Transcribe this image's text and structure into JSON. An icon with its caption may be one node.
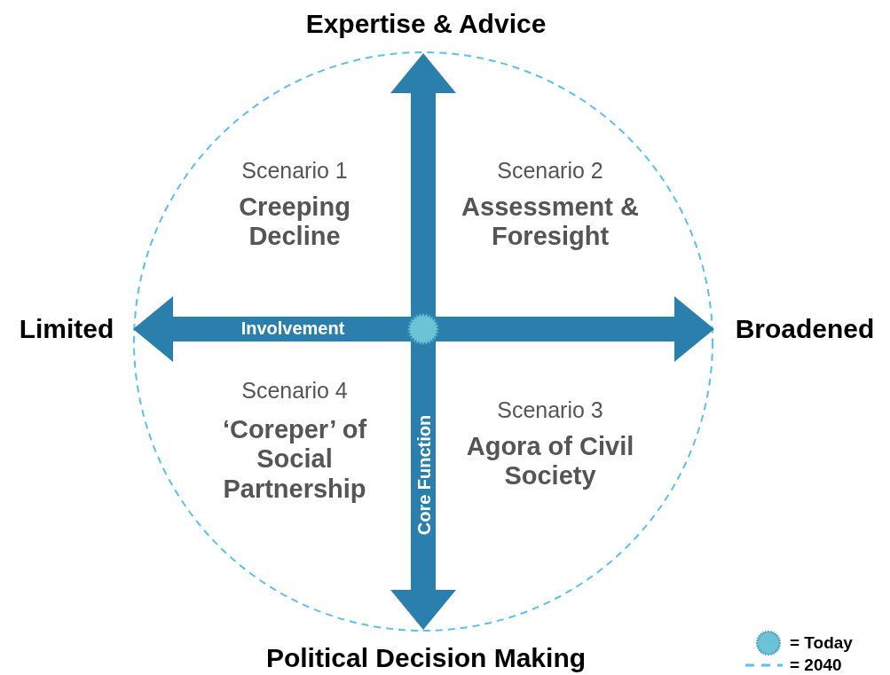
{
  "diagram": {
    "labels": [
      "Expertise & Advice",
      "Scenario 1",
      "Creeping Decline",
      "Scenario 2",
      "Assessment & Foresight",
      "Limited",
      "Involvement",
      "Broadened",
      "Scenario 4",
      "‘Coreper’ of Social Partnership",
      "Scenario 3",
      "Agora of Civil Society",
      "Core Function",
      "Political Decision Making"
    ],
    "legend": [
      {
        "text": "= Today"
      },
      {
        "text": "= 2040"
      }
    ]
  }
}
